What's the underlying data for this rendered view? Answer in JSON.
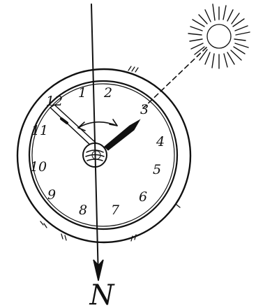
{
  "dial": {
    "numerals": [
      "12",
      "1",
      "2",
      "3",
      "4",
      "5",
      "6",
      "7",
      "8",
      "9",
      "10",
      "11"
    ]
  },
  "north_label": "N",
  "colors": {
    "ink": "#111111",
    "paper": "#ffffff"
  },
  "icons": {
    "sun": "sun-icon",
    "north_arrow": "arrow-down-icon"
  }
}
